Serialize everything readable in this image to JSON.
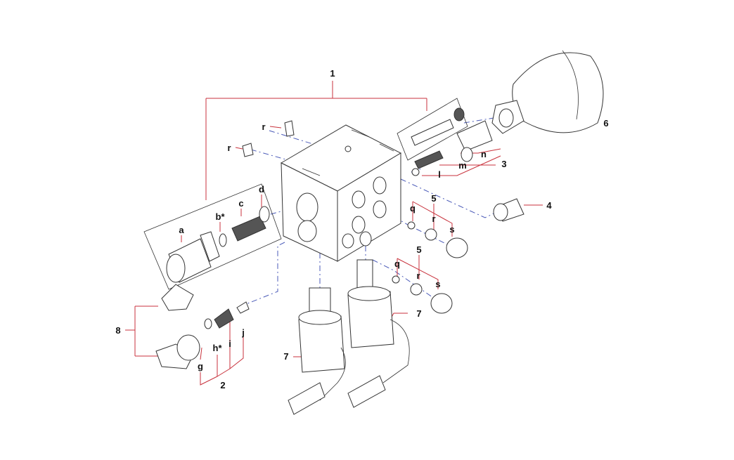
{
  "diagram": {
    "type": "exploded-parts-diagram",
    "callouts": {
      "c1": "1",
      "r_top": "r",
      "r_left": "r",
      "a": "a",
      "b": "b*",
      "c": "c",
      "d": "d",
      "c6": "6",
      "n": "n",
      "m": "m",
      "c3": "3",
      "l": "l",
      "c4": "4",
      "c5a": "5",
      "qa": "q",
      "ra": "r",
      "sa": "s",
      "c5b": "5",
      "qb": "q",
      "rb": "r",
      "sb": "s",
      "c7a": "7",
      "c7b": "7",
      "c8": "8",
      "g": "g",
      "h": "h*",
      "i": "i",
      "j": "j",
      "c2": "2"
    },
    "colors": {
      "leader": "#c8323c",
      "axis": "#4a5ab8",
      "outline": "#333333"
    }
  }
}
